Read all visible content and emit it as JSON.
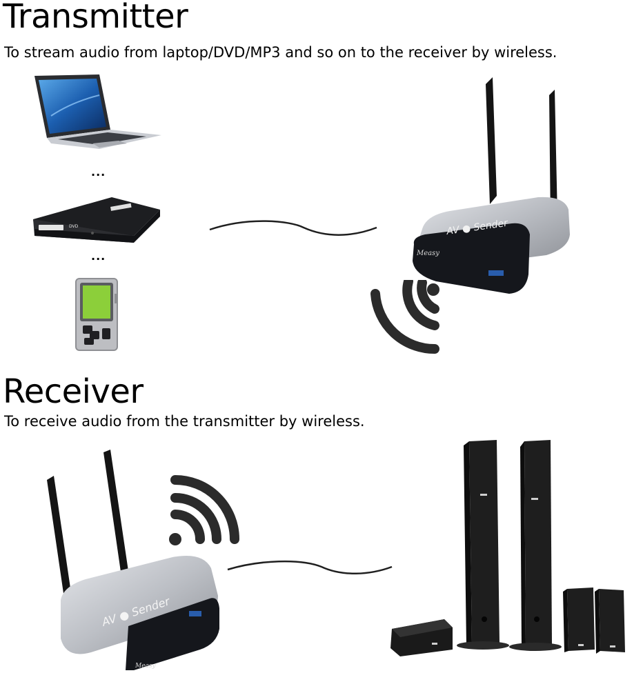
{
  "transmitter": {
    "title": "Transmitter",
    "description": "To stream audio from laptop/DVD/MP3 and so on to the receiver by wireless.",
    "separator_1": "...",
    "separator_2": "..."
  },
  "receiver": {
    "title": "Receiver",
    "description": "To receive audio from the transmitter by wireless."
  },
  "device": {
    "brand": "Measy",
    "model_label": "AV ● Sender"
  },
  "colors": {
    "device_silver": "#b9bcc2",
    "device_front": "#15171c",
    "antenna": "#1a1a1a",
    "wave": "#2b2b2b",
    "speaker": "#1e1e1e"
  },
  "icons": [
    "laptop-icon",
    "dvd-drive-icon",
    "mp3-player-icon",
    "wireless-signal-icon",
    "speaker-system-icon"
  ]
}
